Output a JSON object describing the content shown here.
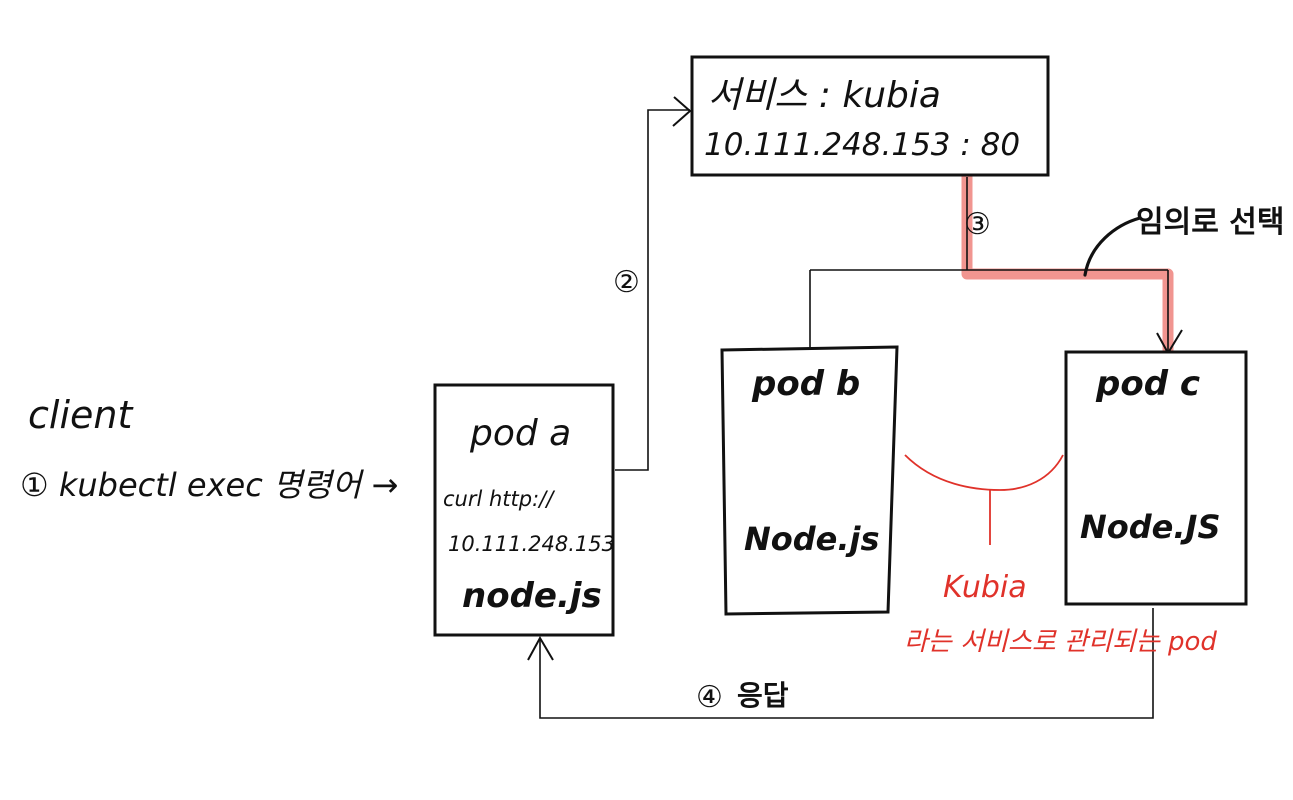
{
  "client": {
    "title": "client",
    "step1": "① kubectl exec 명령어 →"
  },
  "service": {
    "line1": "서비스 : kubia",
    "line2": "10.111.248.153 : 80"
  },
  "steps": {
    "step2": "②",
    "step3": "③",
    "step4": "④",
    "response": "응답"
  },
  "random_select": "임의로 선택",
  "pod_a": {
    "title": "pod a",
    "cmd_line1": "curl http://",
    "cmd_line2": "10.111.248.153",
    "runtime": "node.js"
  },
  "pod_b": {
    "title": "pod b",
    "runtime": "Node.js"
  },
  "pod_c": {
    "title": "pod c",
    "runtime": "Node.JS"
  },
  "managed_label": {
    "line1": "Kubia",
    "line2": "라는 서비스로 관리되는 pod"
  },
  "colors": {
    "ink": "#111111",
    "highlight": "#f08a84",
    "annotation": "#e0322a"
  }
}
